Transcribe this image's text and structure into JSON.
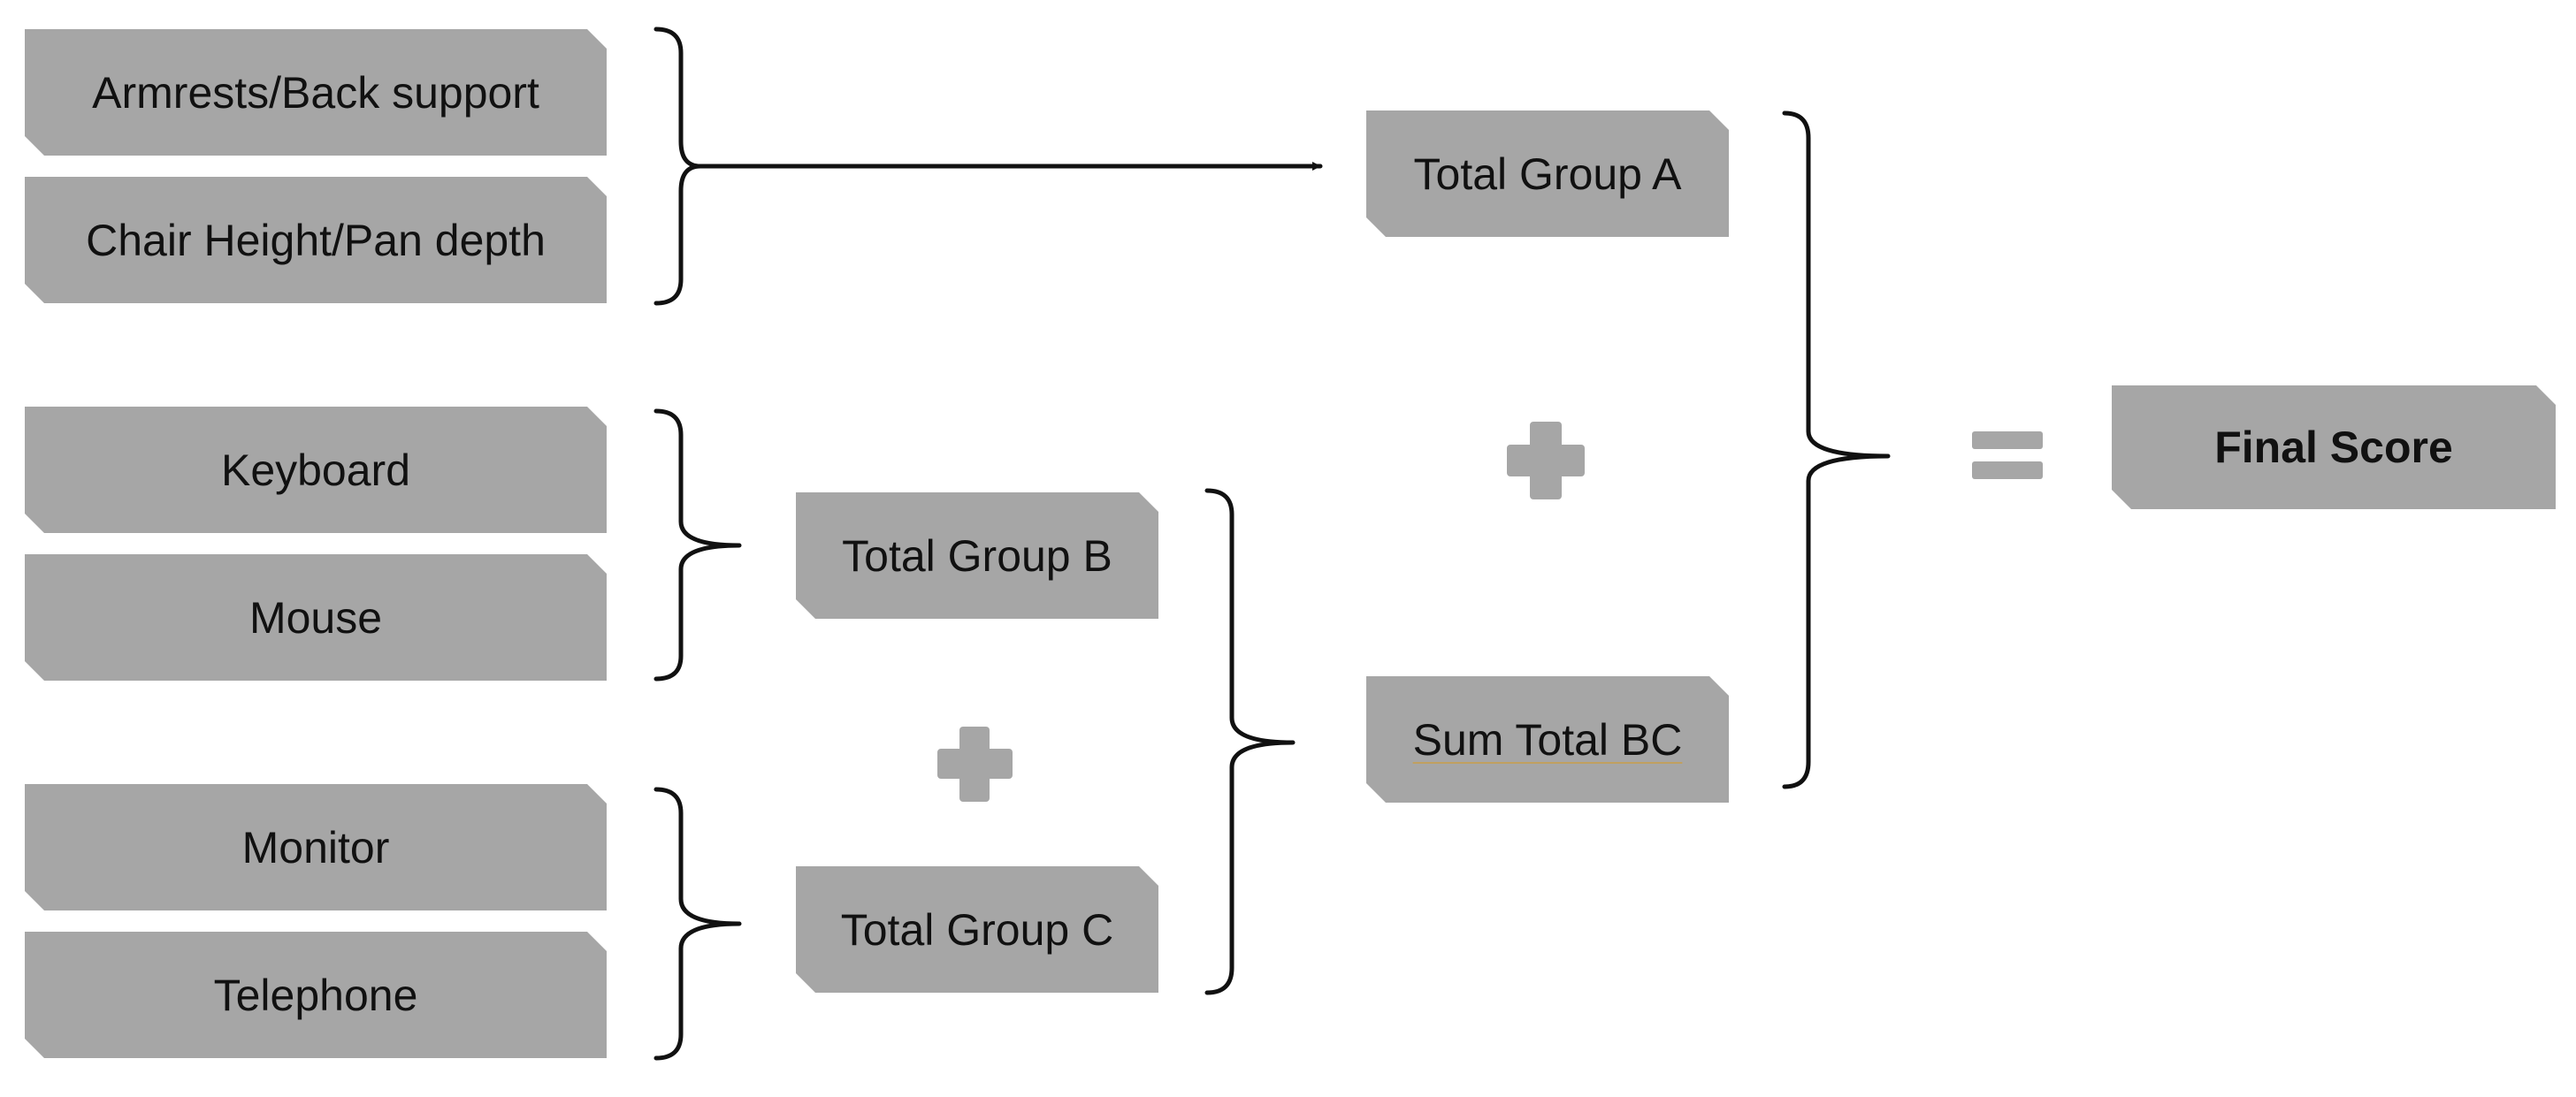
{
  "inputs": {
    "armrests": "Armrests/Back support",
    "chair": "Chair Height/Pan depth",
    "keyboard": "Keyboard",
    "mouse": "Mouse",
    "monitor": "Monitor",
    "telephone": "Telephone"
  },
  "groups": {
    "a": "Total Group A",
    "b": "Total Group B",
    "c": "Total Group C",
    "bc": "Sum Total BC"
  },
  "result": {
    "final": "Final Score"
  },
  "colors": {
    "box_fill": "#a6a6a6",
    "line": "#111111",
    "operator": "#a6a6a6"
  }
}
